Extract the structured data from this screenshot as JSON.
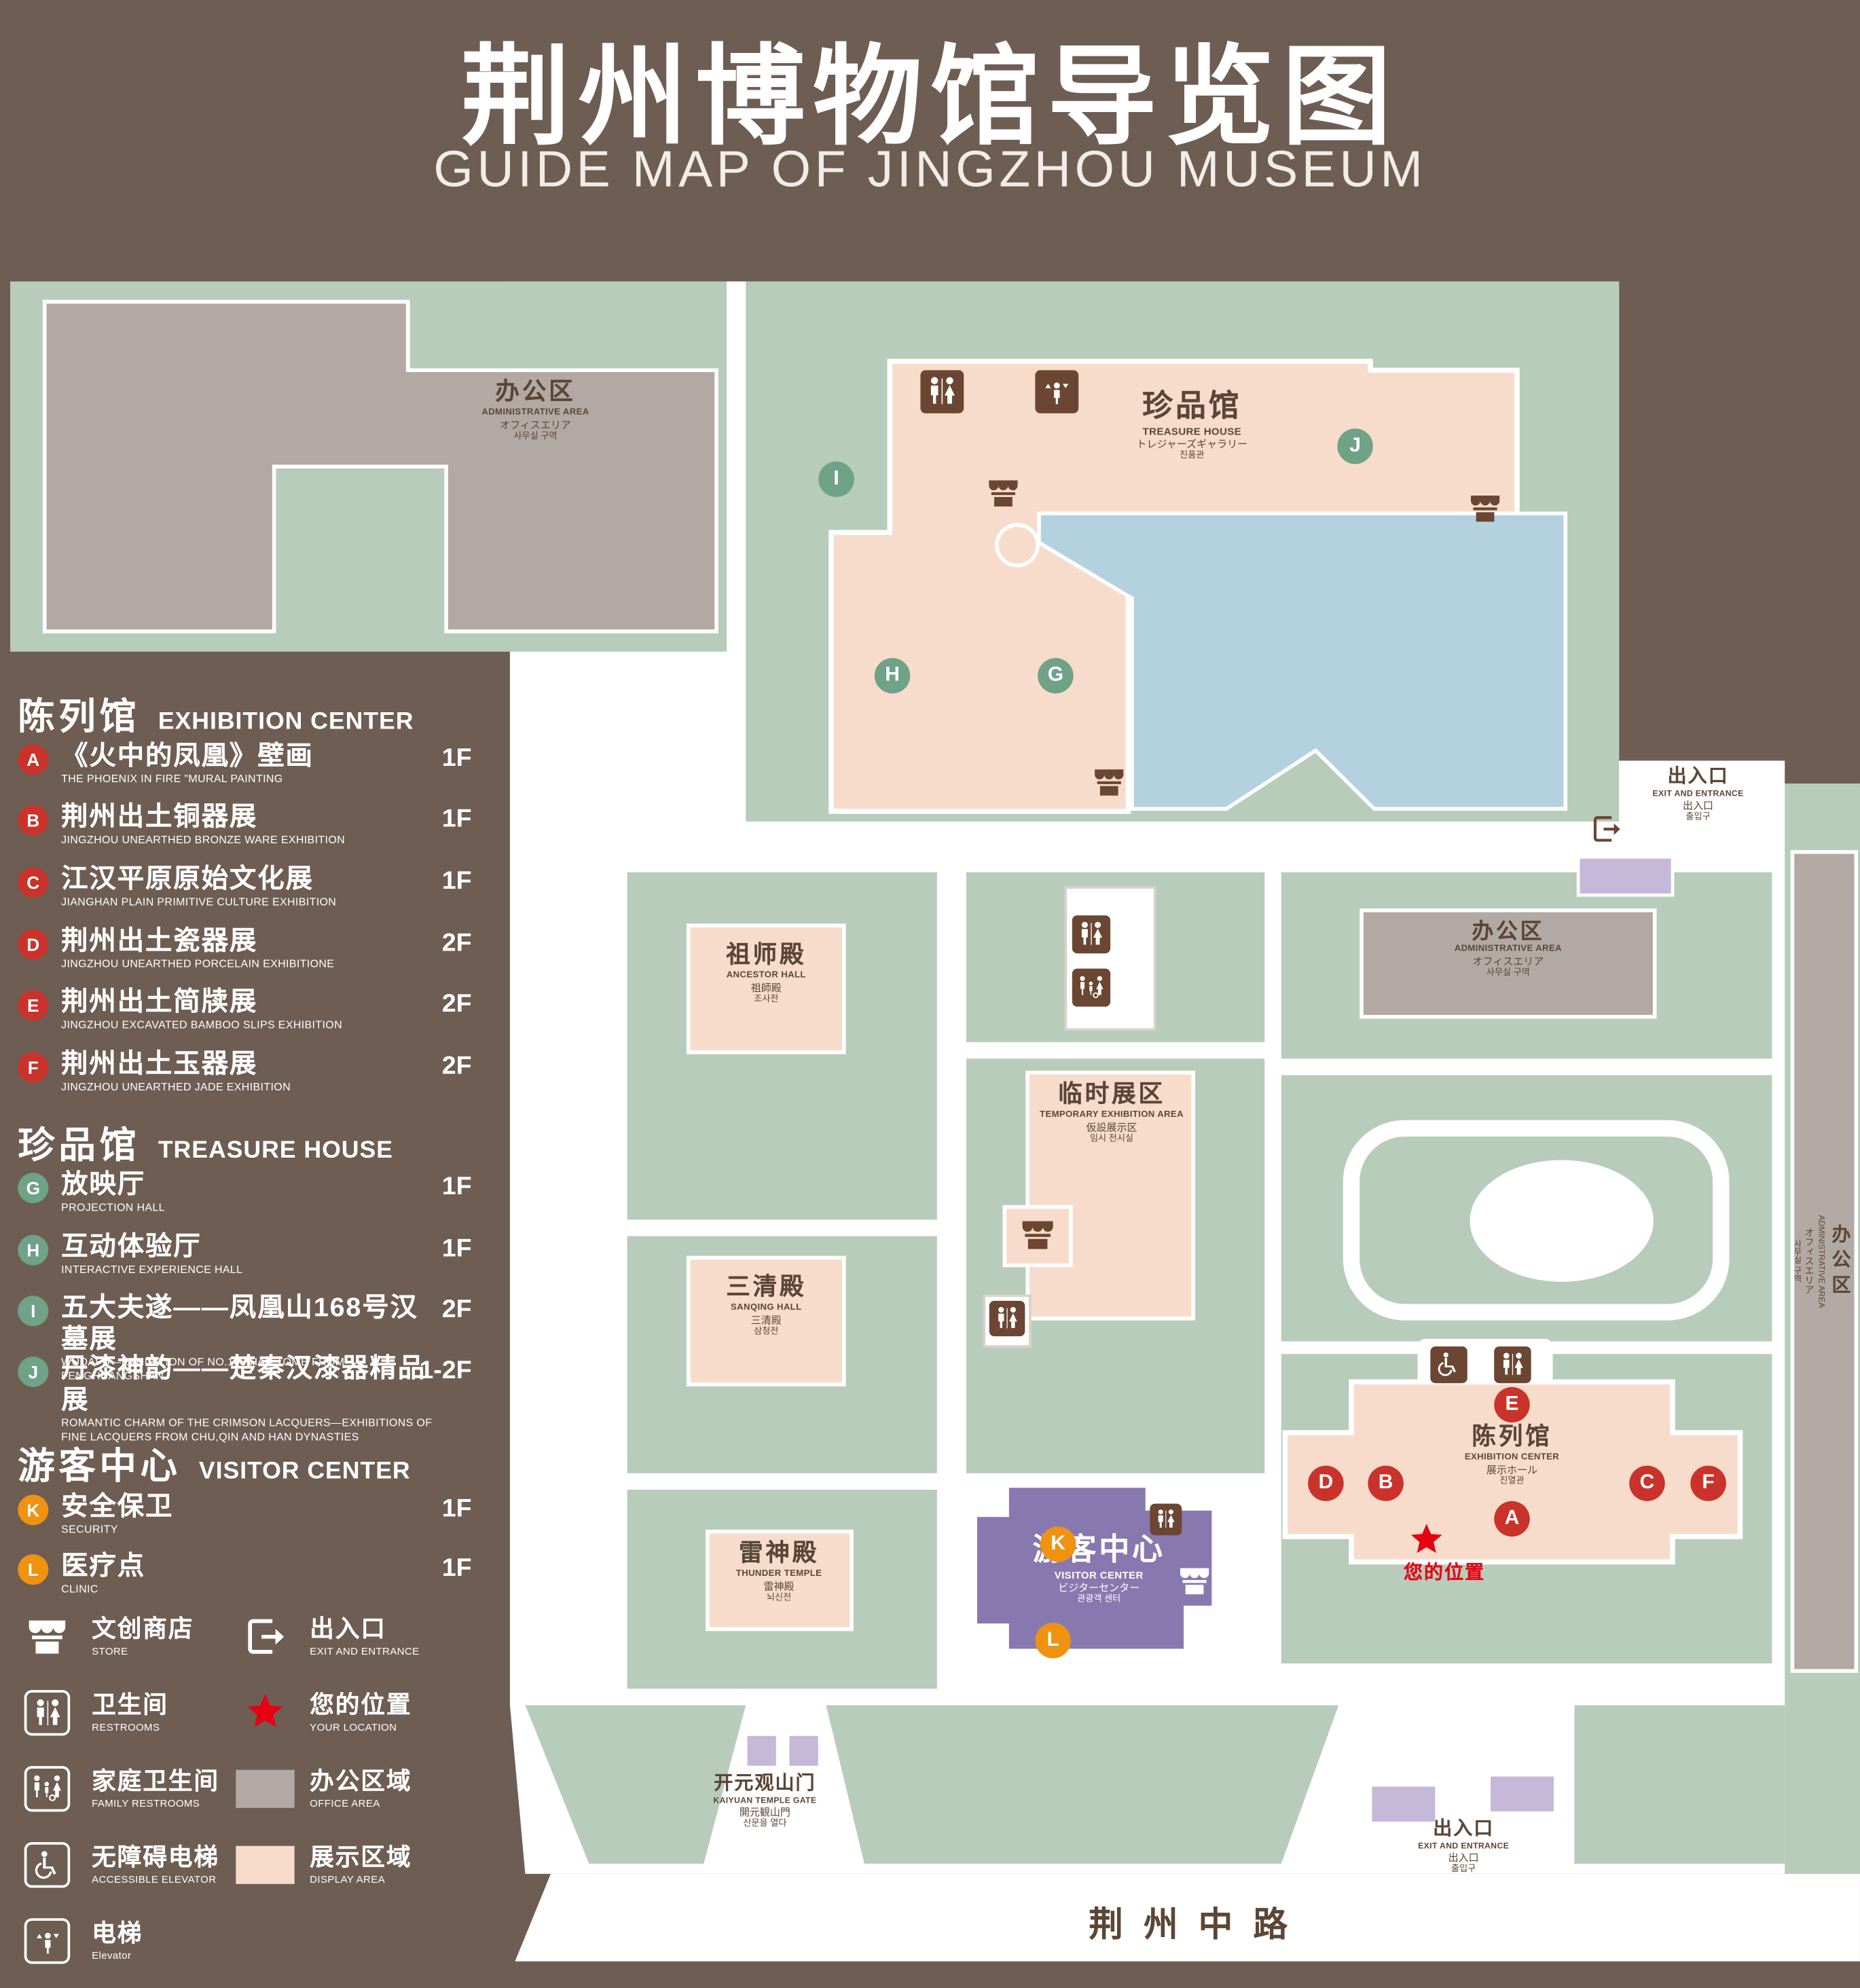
{
  "title": {
    "zh": "荆州博物馆导览图",
    "en": "GUIDE MAP OF JINGZHOU MUSEUM"
  },
  "colors": {
    "background": "#6E5D53",
    "lawn_green": "#B7CCBA",
    "display_area_pink": "#F8DCCB",
    "office_area_gray": "#B2A9A4",
    "water_blue": "#B4D1DF",
    "visitor_purple": "#8878B0",
    "marker_red": "#C9332B",
    "marker_green": "#6FA287",
    "marker_orange": "#EF9210",
    "location_red": "#E60012",
    "icon_brown": "#6B4632"
  },
  "legend": {
    "sections": [
      {
        "zh": "陈列馆",
        "en": "EXHIBITION CENTER",
        "items": [
          {
            "letter": "A",
            "zh": "《火中的凤凰》壁画",
            "en": "THE PHOENIX IN FIRE \"MURAL PAINTING",
            "floor": "1F"
          },
          {
            "letter": "B",
            "zh": "荆州出土铜器展",
            "en": "JINGZHOU UNEARTHED BRONZE WARE EXHIBITION",
            "floor": "1F"
          },
          {
            "letter": "C",
            "zh": "江汉平原原始文化展",
            "en": "JIANGHAN PLAIN PRIMITIVE CULTURE EXHIBITION",
            "floor": "1F"
          },
          {
            "letter": "D",
            "zh": "荆州出土瓷器展",
            "en": "JINGZHOU UNEARTHED PORCELAIN EXHIBITIONE",
            "floor": "2F"
          },
          {
            "letter": "E",
            "zh": "荆州出土简牍展",
            "en": "JINGZHOU EXCAVATED BAMBOO SLIPS EXHIBITION",
            "floor": "2F"
          },
          {
            "letter": "F",
            "zh": "荆州出土玉器展",
            "en": "JINGZHOU UNEARTHED JADE EXHIBITION",
            "floor": "2F"
          }
        ]
      },
      {
        "zh": "珍品馆",
        "en": "TREASURE HOUSE",
        "items": [
          {
            "letter": "G",
            "zh": "放映厅",
            "en": "PROJECTION HALL",
            "floor": "1F"
          },
          {
            "letter": "H",
            "zh": "互动体验厅",
            "en": "INTERACTIVE EXPERIENCE HALL",
            "floor": "1F"
          },
          {
            "letter": "I",
            "zh": "五大夫遂——凤凰山168号汉墓展",
            "en": "WUDAFU—EXHIBITION OF NO.168 HAN TOMB FROM FENGHUANGSHAN",
            "floor": "2F"
          },
          {
            "letter": "J",
            "zh": "丹漆神韵——楚秦汉漆器精品展",
            "en": "ROMANTIC CHARM OF THE CRIMSON LACQUERS—EXHIBITIONS OF FINE LACQUERS FROM CHU,QIN AND HAN DYNASTIES",
            "floor": "1-2F"
          }
        ]
      },
      {
        "zh": "游客中心",
        "en": "VISITOR CENTER",
        "items": [
          {
            "letter": "K",
            "zh": "安全保卫",
            "en": "SECURITY",
            "floor": "1F"
          },
          {
            "letter": "L",
            "zh": "医疗点",
            "en": "CLINIC",
            "floor": "1F"
          }
        ]
      }
    ],
    "symbols": [
      {
        "icon": "store-icon",
        "zh": "文创商店",
        "en": "STORE"
      },
      {
        "icon": "exit-icon",
        "zh": "出入口",
        "en": "EXIT AND ENTRANCE"
      },
      {
        "icon": "restroom-icon",
        "zh": "卫生间",
        "en": "RESTROOMS"
      },
      {
        "icon": "location-star-icon",
        "zh": "您的位置",
        "en": "YOUR LOCATION"
      },
      {
        "icon": "family-restroom-icon",
        "zh": "家庭卫生间",
        "en": "FAMILY RESTROOMS"
      },
      {
        "icon": "office-area-swatch",
        "zh": "办公区域",
        "en": "OFFICE AREA"
      },
      {
        "icon": "accessible-elevator-icon",
        "zh": "无障碍电梯",
        "en": "ACCESSIBLE ELEVATOR"
      },
      {
        "icon": "display-area-swatch",
        "zh": "展示区域",
        "en": "DISPLAY AREA"
      },
      {
        "icon": "elevator-icon",
        "zh": "电梯",
        "en": "Elevator"
      }
    ]
  },
  "map": {
    "letters": {
      "A": "A",
      "B": "B",
      "C": "C",
      "D": "D",
      "E": "E",
      "F": "F",
      "G": "G",
      "H": "H",
      "I": "I",
      "J": "J",
      "K": "K",
      "L": "L"
    },
    "labels": {
      "admin": {
        "zh": "办公区",
        "en": "ADMINISTRATIVE AREA",
        "jp": "オフィスエリア",
        "kr": "사무실 구역"
      },
      "treasure_house": {
        "zh": "珍品馆",
        "en": "TREASURE HOUSE",
        "jp": "トレジャーズギャラリー",
        "kr": "진품관"
      },
      "ancestor_hall": {
        "zh": "祖师殿",
        "en": "ANCESTOR HALL",
        "jp": "祖師殿",
        "kr": "조사전"
      },
      "temporary_area": {
        "zh": "临时展区",
        "en": "TEMPORARY EXHIBITION AREA",
        "jp": "仮設展示区",
        "kr": "임시 전시실"
      },
      "sanqing_hall": {
        "zh": "三清殿",
        "en": "SANQING HALL",
        "jp": "三清殿",
        "kr": "삼청전"
      },
      "thunder_temple": {
        "zh": "雷神殿",
        "en": "THUNDER TEMPLE",
        "jp": "雷神殿",
        "kr": "뇌신전"
      },
      "exhibition_center": {
        "zh": "陈列馆",
        "en": "EXHIBITION CENTER",
        "jp": "展示ホール",
        "kr": "진열관"
      },
      "visitor_center": {
        "zh": "游客中心",
        "en": "VISITOR CENTER",
        "jp": "ビジターセンター",
        "kr": "관광객 센터"
      },
      "gate": {
        "zh": "开元观山门",
        "en": "KAIYUAN TEMPLE GATE",
        "jp": "開元観山門",
        "kr": "산문을 열다"
      },
      "exit": {
        "zh": "出入口",
        "en": "EXIT AND ENTRANCE",
        "jp": "出入口",
        "kr": "출입구"
      },
      "road": "荆州中路",
      "your_location": "您的位置"
    }
  }
}
